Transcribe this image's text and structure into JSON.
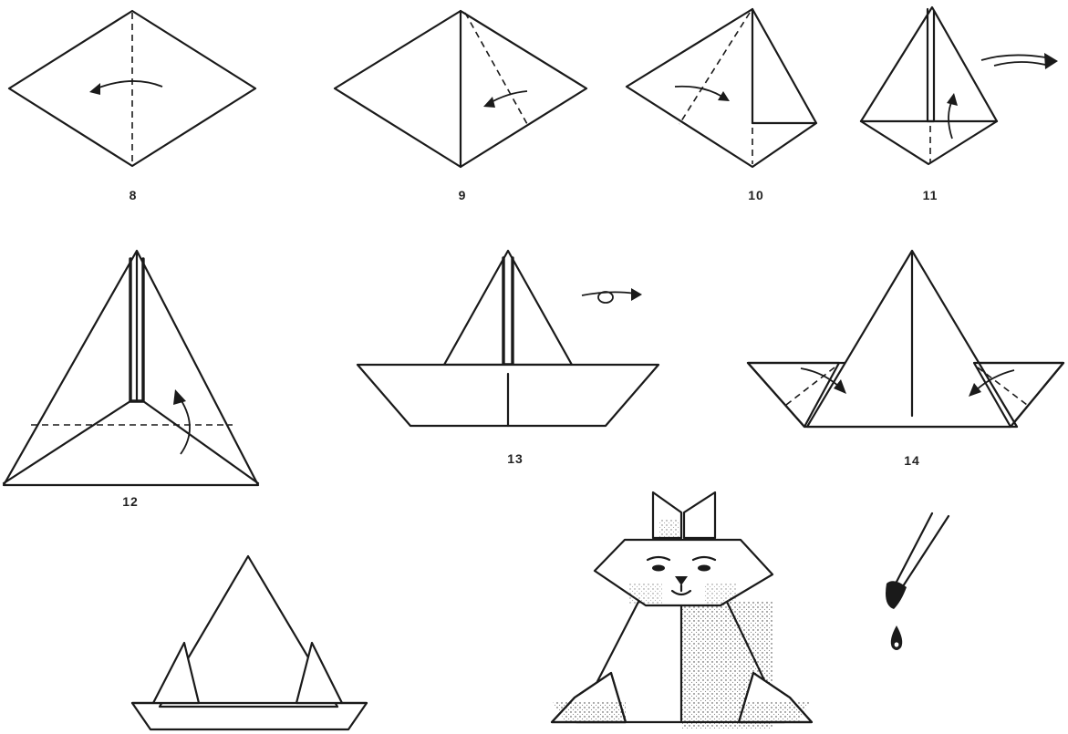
{
  "steps": [
    {
      "id": "8",
      "label": "8"
    },
    {
      "id": "9",
      "label": "9"
    },
    {
      "id": "10",
      "label": "10"
    },
    {
      "id": "11",
      "label": "11"
    },
    {
      "id": "12",
      "label": "12"
    },
    {
      "id": "13",
      "label": "13"
    },
    {
      "id": "14",
      "label": "14"
    }
  ],
  "icons": [
    "fold-arrow-icon",
    "turn-over-icon",
    "brush-icon",
    "paint-drop-icon"
  ]
}
